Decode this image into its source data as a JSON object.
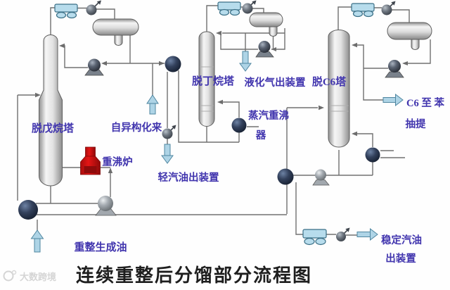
{
  "title": "连续重整后分馏部分流程图",
  "watermark": "大数跨境",
  "colors": {
    "label_text": "#4135ae",
    "title_text": "#1e1e1e",
    "pipe_line": "#707070",
    "air_cooler": "#b7dcec",
    "furnace_red": "#d61212",
    "flow_arrow": "#aed4e6",
    "dark_exchanger": "#1f2937"
  },
  "columns": {
    "depentanizer": "脱戊烷塔",
    "debutanizer": "脱丁烷塔",
    "dec6": "脱C6塔"
  },
  "equipment": {
    "furnace": "重沸炉",
    "steam_reboiler_l1": "蒸汽重沸",
    "steam_reboiler_l2": "器"
  },
  "streams": {
    "reformate_feed": "重整生成油",
    "from_isomerization": "自异构化来",
    "light_gasoline_out": "轻汽油出装置",
    "lpg_out": "液化气出装置",
    "c6_l1": "C6 至 苯",
    "c6_l2": "抽提",
    "stab_gasoline_l1": "稳定汽油",
    "stab_gasoline_l2": "出装置"
  }
}
